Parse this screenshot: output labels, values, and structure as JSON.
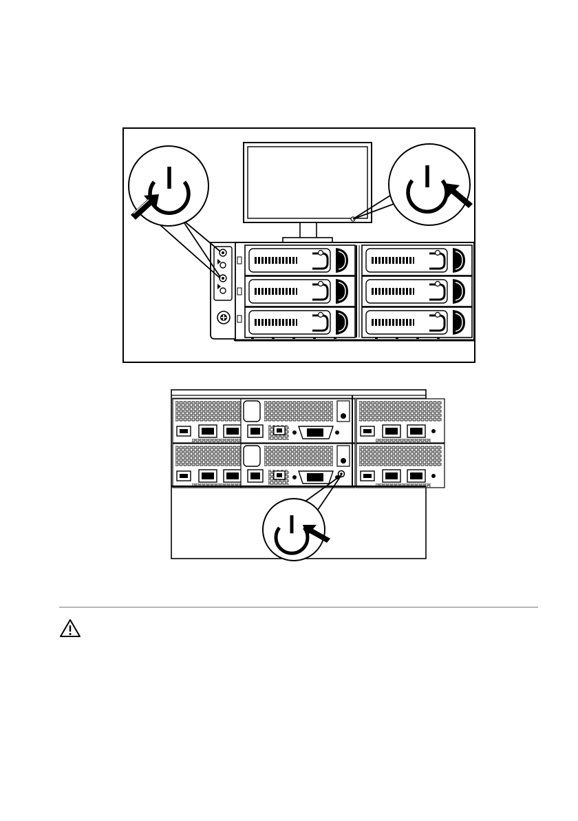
{
  "figures": [
    {
      "id": "front-view",
      "description_elements": [
        "monitor",
        "power-callout-left",
        "power-callout-right",
        "front-drive-bays",
        "control-panel"
      ],
      "drive_bays": 6
    },
    {
      "id": "rear-view",
      "description_elements": [
        "server-nodes",
        "io-ports",
        "power-callout-bottom"
      ],
      "nodes": 4
    }
  ],
  "icons": {
    "power": "power-icon",
    "press": "arrow-icon",
    "caution": "warning-triangle-icon"
  },
  "caution": {
    "text": ""
  },
  "colors": {
    "line": "#000000",
    "background": "#ffffff",
    "divider": "#777777"
  }
}
